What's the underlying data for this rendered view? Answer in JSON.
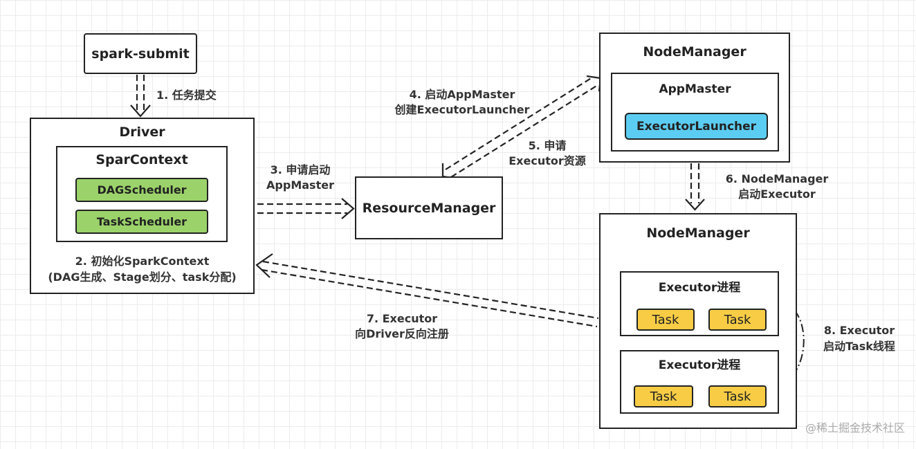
{
  "nodes": {
    "spark_submit": "spark-submit",
    "driver": "Driver",
    "spark_context": "SparContext",
    "dag_scheduler": "DAGScheduler",
    "task_scheduler": "TaskScheduler",
    "driver_note_1": "2.  初始化SparkContext",
    "driver_note_2": "(DAG生成、Stage划分、task分配)",
    "resource_manager": "ResourceManager",
    "node_manager_top": "NodeManager",
    "app_master": "AppMaster",
    "executor_launcher": "ExecutorLauncher",
    "node_manager_bottom": "NodeManager",
    "executor_1": "Executor进程",
    "executor_2": "Executor进程",
    "task_1": "Task",
    "task_2": "Task",
    "task_3": "Task",
    "task_4": "Task"
  },
  "steps": {
    "s1": "1. 任务提交",
    "s3_line1": "3. 申请启动",
    "s3_line2": "AppMaster",
    "s4_line1": "4. 启动AppMaster",
    "s4_line2": "创建ExecutorLauncher",
    "s5_line1": "5. 申请",
    "s5_line2": "Executor资源",
    "s6_line1": "6. NodeManager",
    "s6_line2": "启动Executor",
    "s7_line1": "7. Executor",
    "s7_line2": "向Driver反向注册",
    "s8_line1": "8. Executor",
    "s8_line2": "启动Task线程"
  },
  "watermark": "@稀土掘金技术社区",
  "colors": {
    "scheduler_fill": "#9bd36a",
    "launcher_fill": "#5ccdf2",
    "task_fill": "#f8cd45",
    "stroke": "#222222"
  }
}
